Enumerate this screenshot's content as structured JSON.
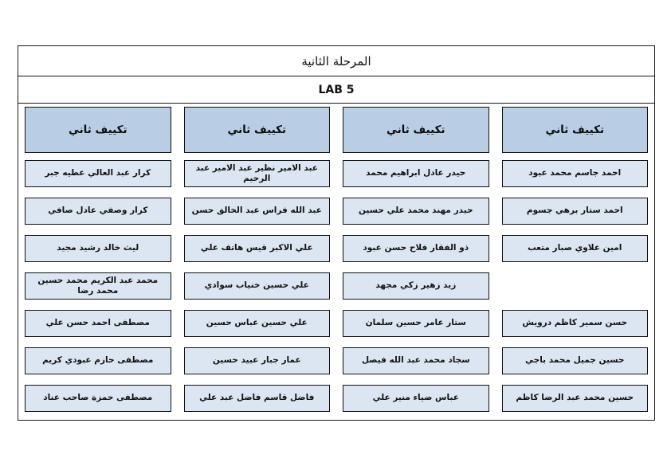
{
  "document": {
    "title": "المرحلة الثانية",
    "lab_label": "LAB 5"
  },
  "colors": {
    "header_fill": "#b9cde5",
    "cell_fill": "#dce6f2",
    "border": "#111111",
    "page_background": "#ffffff"
  },
  "table": {
    "direction": "rtl",
    "column_count": 4,
    "row_count": 7,
    "columns": [
      {
        "header": "تكييف ثاني",
        "cells": [
          "احمد جاسم محمد عبود",
          "احمد ستار برهي جسوم",
          "امين علاوي صبار متعب",
          "",
          "حسن سمير كاظم درويش",
          "حسين جميل محمد باجي",
          "حسين محمد عبد الرضا كاظم"
        ]
      },
      {
        "header": "تكييف ثاني",
        "cells": [
          "حيدر عادل ابراهيم محمد",
          "حيدر مهند محمد علي حسين",
          "ذو الفقار فلاح حسن عبود",
          "زيد زهير زكي مجهد",
          "ستار عامر حسين سلمان",
          "سجاد محمد عبد الله فيصل",
          "عباس ضياء منير علي"
        ]
      },
      {
        "header": "تكييف ثاني",
        "cells": [
          "عبد الامير نظير عبد الامير عبد الرحيم",
          "عبد الله فراس عبد الخالق حسن",
          "علي الاكبر قيس هاتف علي",
          "علي حسين خنياب سوادي",
          "علي حسين عباس حسين",
          "عمار جبار عبيد حسين",
          "فاضل قاسم فاضل عبد علي"
        ]
      },
      {
        "header": "تكييف ثاني",
        "cells": [
          "كرار عبد العالي عطيه جبر",
          "كرار وصفي عادل صافي",
          "ليث خالد رشيد مجيد",
          "محمد عبد الكريم محمد حسين محمد رضا",
          "مصطفى احمد حسن علي",
          "مصطفى حازم عبودي كريم",
          "مصطفى حمزة صاحب عناد"
        ]
      }
    ]
  }
}
